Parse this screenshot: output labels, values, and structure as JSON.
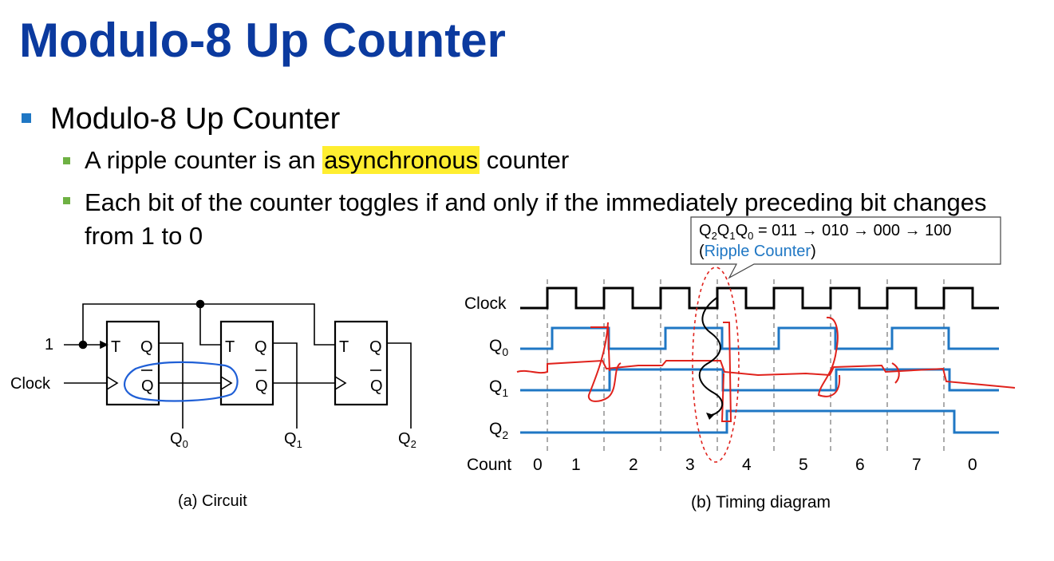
{
  "title": "Modulo-8 Up Counter",
  "bullet1": "Modulo-8 Up Counter",
  "bullet2": {
    "before": "A ripple counter is an ",
    "highlight": "asynchronous",
    "after": " counter"
  },
  "bullet3": "Each bit of the counter toggles if and only if the immediately preceding bit changes from 1 to 0",
  "circuit": {
    "input_one": "1",
    "clock_label": "Clock",
    "ff_t": "T",
    "ff_q": "Q",
    "ff_qbar": "Q",
    "outputs": [
      {
        "name": "Q",
        "sub": "0"
      },
      {
        "name": "Q",
        "sub": "1"
      },
      {
        "name": "Q",
        "sub": "2"
      }
    ],
    "caption": "(a) Circuit"
  },
  "timing": {
    "clock_label": "Clock",
    "signal_labels": [
      {
        "name": "Q",
        "sub": "0"
      },
      {
        "name": "Q",
        "sub": "1"
      },
      {
        "name": "Q",
        "sub": "2"
      }
    ],
    "count_label": "Count",
    "counts": [
      "0",
      "1",
      "2",
      "3",
      "4",
      "5",
      "6",
      "7",
      "0"
    ],
    "caption": "(b) Timing diagram",
    "callout": {
      "line1_rest": " = 011 → 010 → 000 → 100",
      "open_paren": "(",
      "link": "Ripple Counter",
      "close_paren": ")"
    }
  },
  "colors": {
    "title": "#0b3a9f",
    "signal": "#1f77c4",
    "annotation": "#e0221c",
    "highlight": "#ffee30"
  }
}
